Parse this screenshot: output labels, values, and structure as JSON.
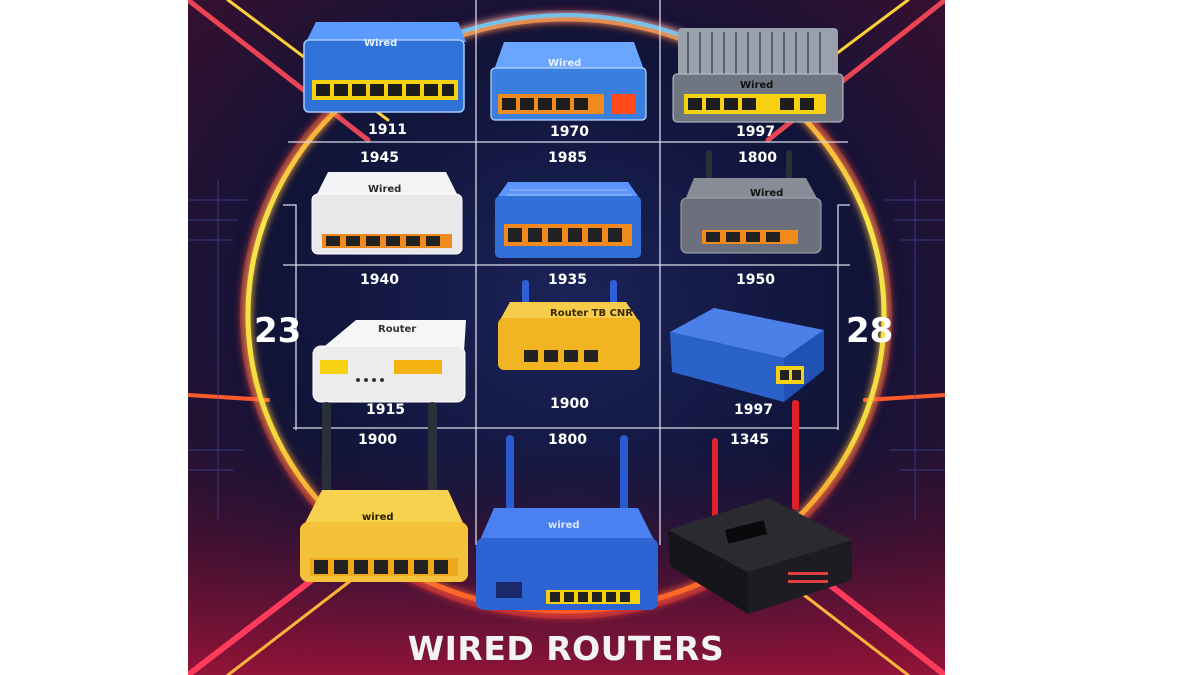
{
  "poster": {
    "title": "WIRED ROUTERS",
    "side_left": "23",
    "side_right": "28",
    "rows": [
      {
        "routers": [
          {
            "brand": "Wired",
            "year": "1911",
            "color": "#2f73d9"
          },
          {
            "brand": "Wired",
            "year": "1970",
            "color": "#3a7fe0"
          },
          {
            "brand": "Wired",
            "year": "1997",
            "color": "#7c8492"
          }
        ],
        "labels_below": [
          "1945",
          "1985",
          "1800"
        ]
      },
      {
        "routers": [
          {
            "brand": "Wired",
            "year": "",
            "color": "#e8e8ea"
          },
          {
            "brand": "",
            "year": "",
            "color": "#2f6fd6"
          },
          {
            "brand": "Wired",
            "year": "",
            "color": "#6b707c"
          }
        ],
        "labels_below": [
          "1940",
          "1935",
          "1950"
        ]
      },
      {
        "routers": [
          {
            "brand": "Router",
            "year": "",
            "color": "#ececee"
          },
          {
            "brand": "Router TB CNR",
            "year": "",
            "color": "#f1b423"
          },
          {
            "brand": "",
            "year": "",
            "color": "#2b62c9"
          }
        ],
        "labels_below": [
          "1915",
          "1900",
          "1997"
        ]
      },
      {
        "routers": [
          {
            "brand": "wired",
            "year": "",
            "color": "#f3c13a"
          },
          {
            "brand": "wired",
            "year": "",
            "color": "#2e63d4"
          },
          {
            "brand": "",
            "year": "",
            "color": "#1c1c22"
          }
        ],
        "labels_below": [
          "1900",
          "1800",
          "1345"
        ]
      }
    ],
    "colors": {
      "background": "#0c0f2e",
      "ring": "#f4e04a",
      "ring_inner": "#ff5a2a",
      "grid": "#d7d9e6",
      "port_yellow": "#f5d10f",
      "port_orange": "#f08a1c",
      "antenna_red": "#e0202a"
    }
  }
}
